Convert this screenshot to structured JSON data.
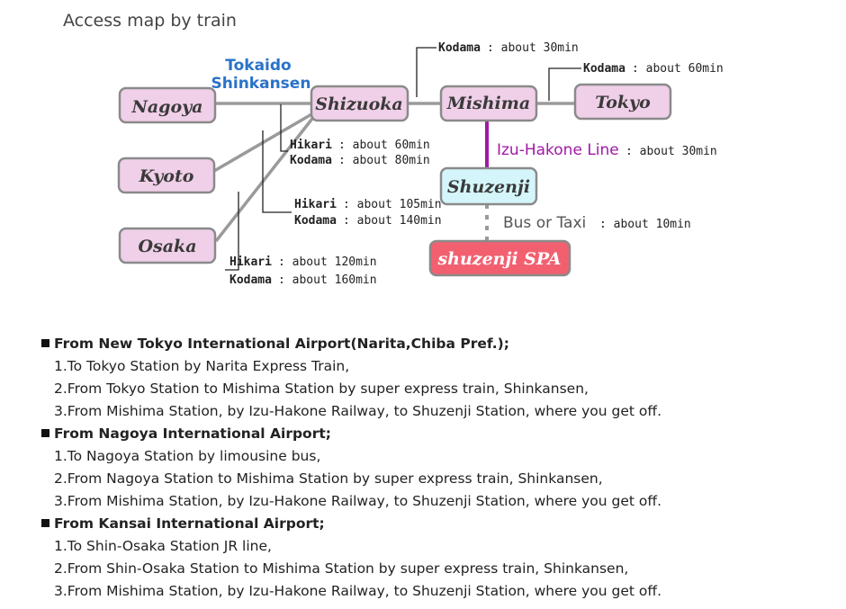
{
  "page": {
    "title": "Access map by train"
  },
  "map": {
    "stations": {
      "nagoya": "Nagoya",
      "kyoto": "Kyoto",
      "osaka": "Osaka",
      "shizuoka": "Shizuoka",
      "mishima": "Mishima",
      "tokyo": "Tokyo",
      "shuzenji": "Shuzenji",
      "spa": "shuzenji SPA"
    },
    "lines": {
      "tokaido_1": "Tokaido",
      "tokaido_2": "Shinkansen",
      "izu_name": "Izu-Hakone Line",
      "izu_time": ": about 30min",
      "bus_name": "Bus or Taxi",
      "bus_time": ": about 10min"
    },
    "labels": {
      "kodama_shizuoka_mishima": {
        "name": "Kodama",
        "time": ": about 30min"
      },
      "kodama_mishima_tokyo": {
        "name": "Kodama",
        "time": ": about 60min"
      },
      "nagoya_hikari": {
        "name": "Hikari",
        "time": ": about 60min"
      },
      "nagoya_kodama": {
        "name": "Kodama",
        "time": ": about 80min"
      },
      "kyoto_hikari": {
        "name": "Hikari",
        "time": ": about 105min"
      },
      "kyoto_kodama": {
        "name": "Kodama",
        "time": ": about 140min"
      },
      "osaka_hikari": {
        "name": "Hikari",
        "time": ": about 120min"
      },
      "osaka_kodama": {
        "name": "Kodama",
        "time": ": about 160min"
      }
    }
  },
  "routes": [
    {
      "title": "From New Tokyo International Airport(Narita,Chiba Pref.);",
      "steps": [
        "1.To Tokyo Station by Narita Express Train,",
        "2.From Tokyo Station to Mishima Station by super express train, Shinkansen,",
        "3.From Mishima Station, by Izu-Hakone Railway, to Shuzenji Station, where you get off."
      ]
    },
    {
      "title": "From Nagoya International Airport;",
      "steps": [
        "1.To Nagoya Station by limousine bus,",
        "2.From Nagoya Station to Mishima Station by super express train, Shinkansen,",
        "3.From Mishima Station, by Izu-Hakone Railway, to Shuzenji Station, where you get off."
      ]
    },
    {
      "title": "From Kansai International Airport;",
      "steps": [
        "1.To Shin-Osaka Station JR line,",
        "2.From Shin-Osaka Station to Mishima Station by super express train, Shinkansen,",
        "3.From Mishima Station, by Izu-Hakone Railway, to Shuzenji Station, where you get off."
      ]
    }
  ]
}
